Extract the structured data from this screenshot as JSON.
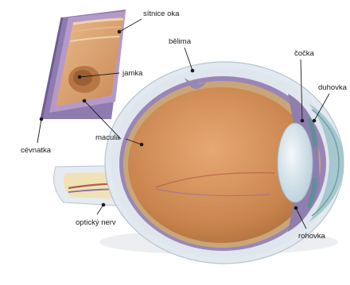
{
  "labels": {
    "sitnice_oka": "sítnice oka",
    "jamka": "jamka",
    "cevnatka": "cévnatka",
    "macula": "macula",
    "belima": "bělima",
    "cocka": "čočka",
    "duhovka": "duhovka",
    "opticky_nerv": "optický nerv",
    "rohovka": "rohovka"
  },
  "colors": {
    "sclera": "#e7ecf2",
    "choroid": "#9a86b6",
    "retina": "#c7a274",
    "vitreous": "#cf8f58",
    "lens": "#d9e6ee",
    "iris": "#6a9ea8",
    "nerve": "#efe3b8",
    "leader": "#1a1a1a"
  }
}
